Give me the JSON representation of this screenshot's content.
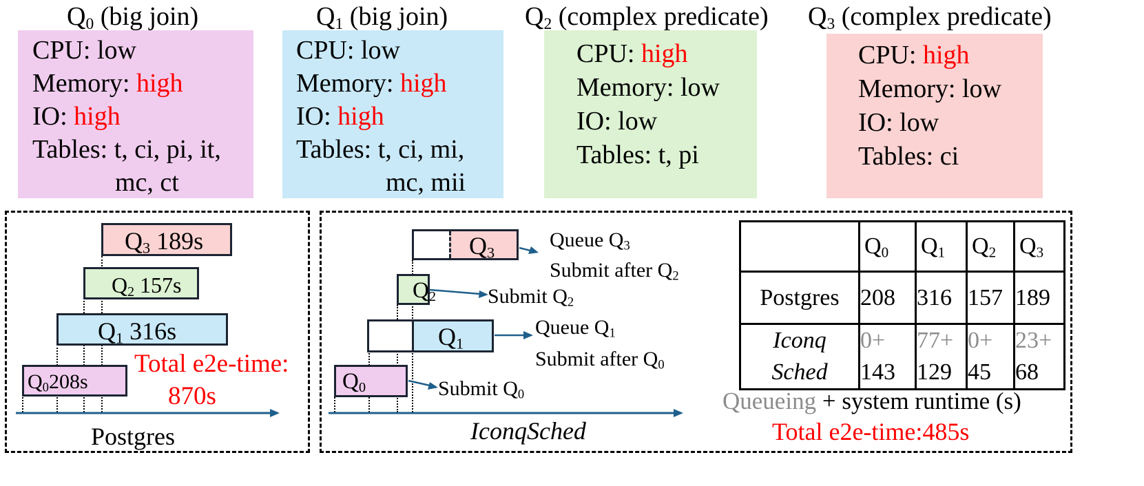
{
  "queries": [
    {
      "q": "Q",
      "sub": "0",
      "kind": "(big join)",
      "cpu_label": "CPU:",
      "cpu": "low",
      "mem_label": "Memory:",
      "mem": "high",
      "io_label": "IO:",
      "io": "high",
      "tables_label": "Tables:",
      "tables1": "t, ci, pi, it,",
      "tables2": "mc, ct"
    },
    {
      "q": "Q",
      "sub": "1",
      "kind": "(big join)",
      "cpu_label": "CPU:",
      "cpu": "low",
      "mem_label": "Memory:",
      "mem": "high",
      "io_label": "IO:",
      "io": "high",
      "tables_label": "Tables:",
      "tables1": "t, ci, mi,",
      "tables2": "mc, mii"
    },
    {
      "q": "Q",
      "sub": "2",
      "kind": "(complex predicate)",
      "cpu_label": "CPU:",
      "cpu": "high",
      "mem_label": "Memory:",
      "mem": "low",
      "io_label": "IO:",
      "io": "low",
      "tables_label": "Tables:",
      "tables1": "t, pi",
      "tables2": ""
    },
    {
      "q": "Q",
      "sub": "3",
      "kind": "(complex predicate)",
      "cpu_label": "CPU:",
      "cpu": "high",
      "mem_label": "Memory:",
      "mem": "low",
      "io_label": "IO:",
      "io": "low",
      "tables_label": "Tables:",
      "tables1": "ci",
      "tables2": ""
    }
  ],
  "colors": {
    "q0": "#f0cdee",
    "q1": "#c9e9f8",
    "q2": "#dcf2d2",
    "q3": "#fad3d2",
    "high": "#ff0000",
    "queue_grey": "#8c8c8c",
    "axis": "#1f5f8b"
  },
  "postgres_panel": {
    "bars": [
      {
        "q": "Q",
        "sub": "3",
        "time": "189s"
      },
      {
        "q": "Q",
        "sub": "2",
        "time": "157s"
      },
      {
        "q": "Q",
        "sub": "1",
        "time": "316s"
      },
      {
        "q": "Q",
        "sub": "0",
        "time": "208s"
      }
    ],
    "total_line1": "Total e2e-time:",
    "total_line2": "870s",
    "caption": "Postgres"
  },
  "iconq_panel": {
    "bars": [
      {
        "q": "Q",
        "sub": "3"
      },
      {
        "q": "Q",
        "sub": "2"
      },
      {
        "q": "Q",
        "sub": "1"
      },
      {
        "q": "Q",
        "sub": "0"
      }
    ],
    "notes": {
      "q3_l1": "Queue Q",
      "q3_l1_sub": "3",
      "q3_l2": "Submit after Q",
      "q3_l2_sub": "2",
      "q2": "Submit Q",
      "q2_sub": "2",
      "q1_l1": "Queue Q",
      "q1_l1_sub": "1",
      "q1_l2": "Submit after Q",
      "q1_l2_sub": "0",
      "q0": "Submit Q",
      "q0_sub": "0"
    },
    "caption": "IconqSched"
  },
  "table": {
    "headers": [
      {
        "q": "Q",
        "sub": "0"
      },
      {
        "q": "Q",
        "sub": "1"
      },
      {
        "q": "Q",
        "sub": "2"
      },
      {
        "q": "Q",
        "sub": "3"
      }
    ],
    "row1_label": "Postgres",
    "row1": [
      "208",
      "316",
      "157",
      "189"
    ],
    "row2_label1": "Iconq",
    "row2_label2": "Sched",
    "row2_queue": [
      "0+",
      "77+",
      "0+",
      "23+"
    ],
    "row2_run": [
      "143",
      "129",
      "45",
      "68"
    ],
    "legend_queue": "Queueing",
    "legend_rest": "+ system runtime (s)",
    "total": "Total e2e-time:485s"
  }
}
